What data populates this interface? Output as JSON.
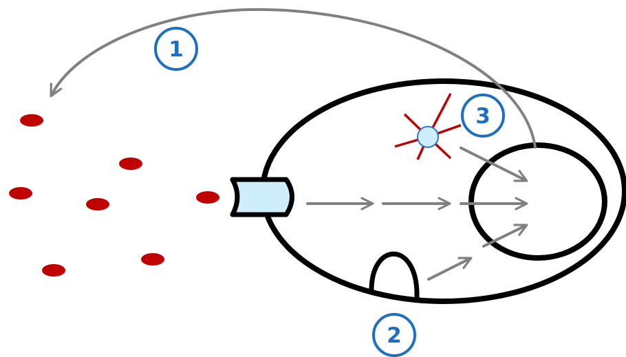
{
  "colors": {
    "background": "#ffffff",
    "outline": "#000000",
    "arrow": "#808080",
    "particle": "#c00000",
    "receptor_fill": "#cfeefc",
    "receptor_stroke": "#2e75d6",
    "receptor_spokes": "#c00000",
    "badge_stroke": "#1f6fc0",
    "badge_text": "#1f6fc0"
  },
  "steps": [
    {
      "label": "1"
    },
    {
      "label": "2"
    },
    {
      "label": "3"
    }
  ]
}
